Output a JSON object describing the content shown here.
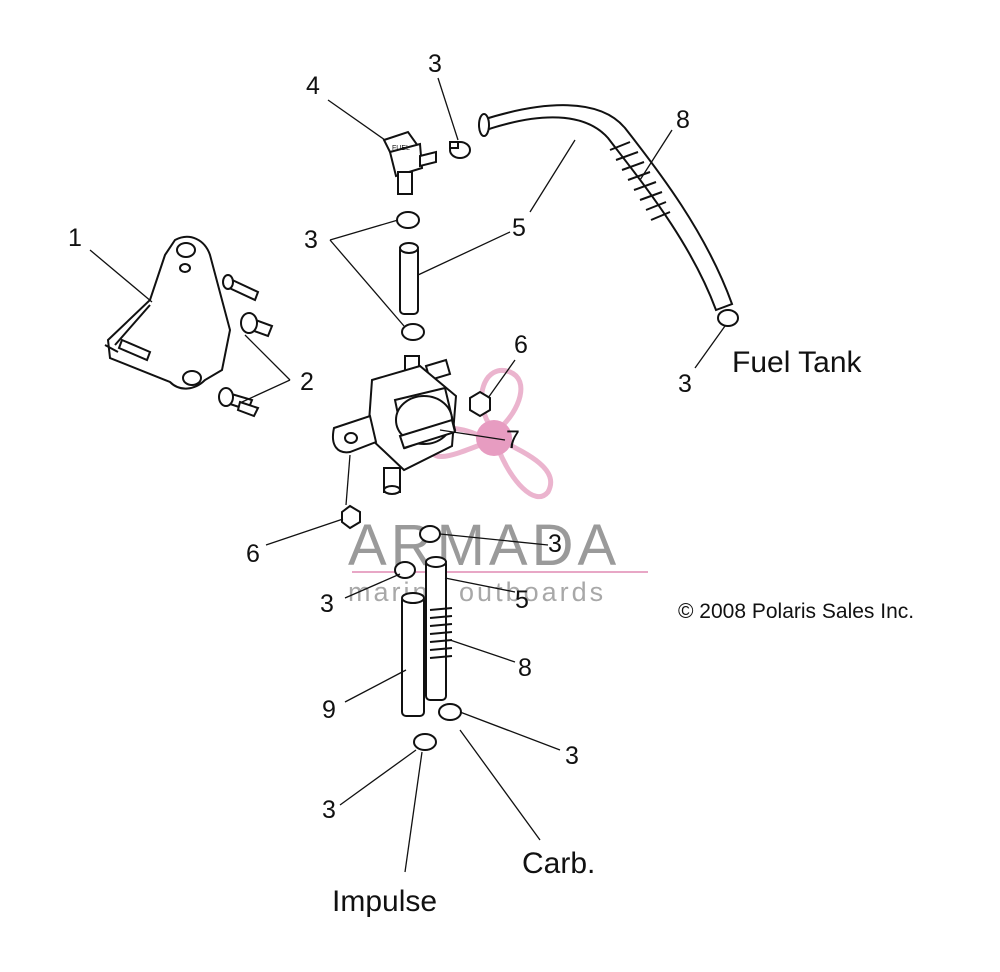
{
  "callouts": {
    "c1": "1",
    "c2": "2",
    "c3_top": "3",
    "c3_upper_left": "3",
    "c3_fuel_tank": "3",
    "c3_mid": "3",
    "c3_left": "3",
    "c3_lower_right": "3",
    "c3_lower_left": "3",
    "c4": "4",
    "c5_upper": "5",
    "c5_lower": "5",
    "c6_upper": "6",
    "c6_lower": "6",
    "c7": "7",
    "c8_upper": "8",
    "c8_lower": "8",
    "c9": "9"
  },
  "labels": {
    "fuel_tank": "Fuel Tank",
    "carb": "Carb.",
    "impulse": "Impulse"
  },
  "copyright": "© 2008 Polaris Sales Inc.",
  "watermark": {
    "brand": "ARMADA",
    "tagline": "marine outboards",
    "colors": {
      "logo": "#e8a7c6",
      "logo_center": "#e38bb7",
      "text": "#9a9a9a"
    }
  }
}
